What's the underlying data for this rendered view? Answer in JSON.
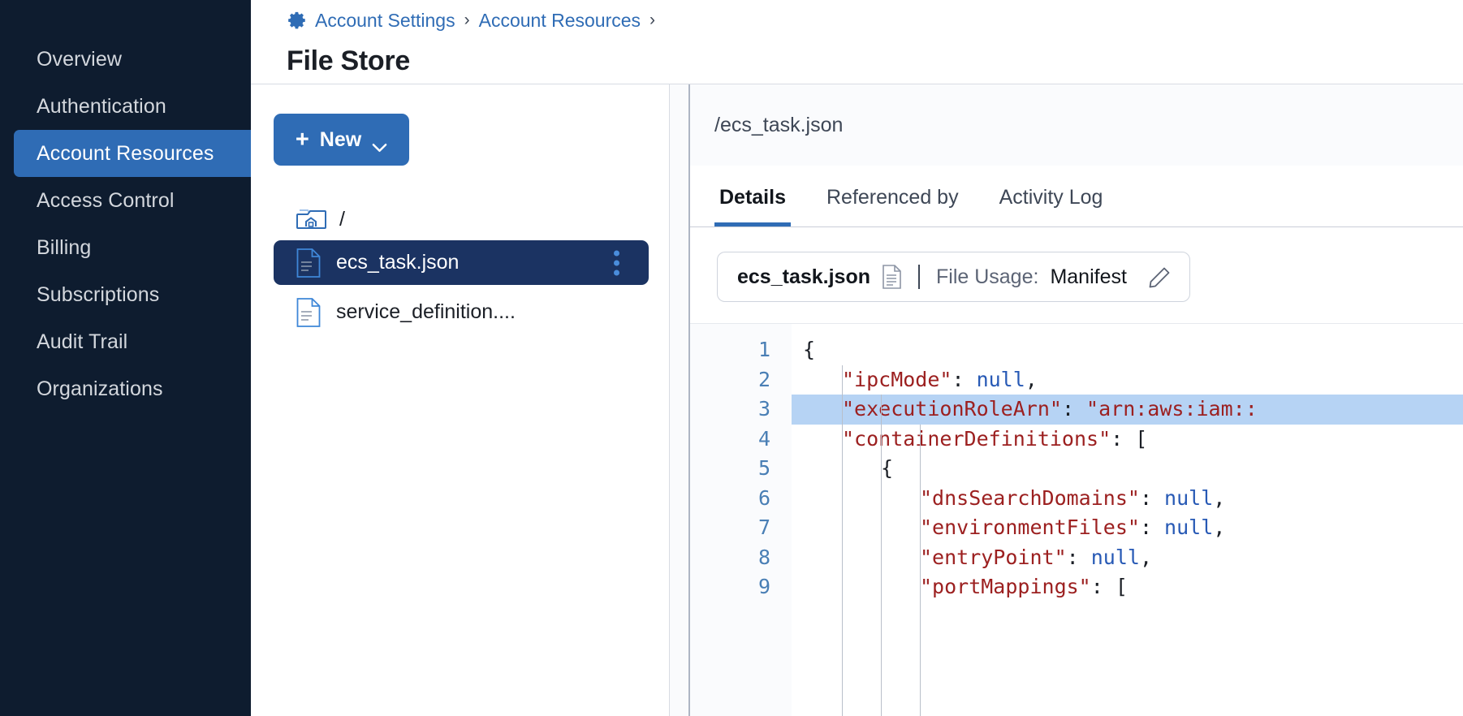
{
  "sidebar": {
    "items": [
      {
        "label": "Overview",
        "active": false
      },
      {
        "label": "Authentication",
        "active": false
      },
      {
        "label": "Account Resources",
        "active": true
      },
      {
        "label": "Access Control",
        "active": false
      },
      {
        "label": "Billing",
        "active": false
      },
      {
        "label": "Subscriptions",
        "active": false
      },
      {
        "label": "Audit Trail",
        "active": false
      },
      {
        "label": "Organizations",
        "active": false
      }
    ]
  },
  "header": {
    "breadcrumb": [
      {
        "label": "Account Settings"
      },
      {
        "label": "Account Resources"
      }
    ],
    "separator": "›",
    "gear_icon": "gear-icon",
    "title": "File Store"
  },
  "tree_panel": {
    "new_button": {
      "label": "New",
      "plus": "+",
      "chevron": "chevron-down-icon"
    },
    "root": {
      "label": "/",
      "icon": "folder-home-icon"
    },
    "files": [
      {
        "name": "ecs_task.json",
        "selected": true,
        "icon": "file-json-icon",
        "menu": "kebab-menu-icon"
      },
      {
        "name": "service_definition....",
        "selected": false,
        "icon": "file-json-icon"
      }
    ]
  },
  "detail_panel": {
    "path": "/ecs_task.json",
    "tabs": [
      {
        "label": "Details",
        "active": true
      },
      {
        "label": "Referenced by",
        "active": false
      },
      {
        "label": "Activity Log",
        "active": false
      }
    ],
    "usage": {
      "file_name": "ecs_task.json",
      "file_icon": "document-icon",
      "label": "File Usage:",
      "value": "Manifest",
      "edit_icon": "pencil-icon"
    }
  },
  "code": {
    "language": "json",
    "highlighted_line": 3,
    "lines": [
      {
        "n": 1,
        "indent": 0,
        "segments": [
          {
            "t": "punc",
            "v": "{"
          }
        ]
      },
      {
        "n": 2,
        "indent": 1,
        "segments": [
          {
            "t": "key",
            "v": "\"ipcMode\""
          },
          {
            "t": "punc",
            "v": ": "
          },
          {
            "t": "null",
            "v": "null"
          },
          {
            "t": "punc",
            "v": ","
          }
        ]
      },
      {
        "n": 3,
        "indent": 1,
        "segments": [
          {
            "t": "key",
            "v": "\"executionRoleArn\""
          },
          {
            "t": "punc",
            "v": ": "
          },
          {
            "t": "str",
            "v": "\"arn:aws:iam::"
          }
        ]
      },
      {
        "n": 4,
        "indent": 1,
        "segments": [
          {
            "t": "key",
            "v": "\"containerDefinitions\""
          },
          {
            "t": "punc",
            "v": ": ["
          }
        ]
      },
      {
        "n": 5,
        "indent": 2,
        "segments": [
          {
            "t": "punc",
            "v": "{"
          }
        ]
      },
      {
        "n": 6,
        "indent": 3,
        "segments": [
          {
            "t": "key",
            "v": "\"dnsSearchDomains\""
          },
          {
            "t": "punc",
            "v": ": "
          },
          {
            "t": "null",
            "v": "null"
          },
          {
            "t": "punc",
            "v": ","
          }
        ]
      },
      {
        "n": 7,
        "indent": 3,
        "segments": [
          {
            "t": "key",
            "v": "\"environmentFiles\""
          },
          {
            "t": "punc",
            "v": ": "
          },
          {
            "t": "null",
            "v": "null"
          },
          {
            "t": "punc",
            "v": ","
          }
        ]
      },
      {
        "n": 8,
        "indent": 3,
        "segments": [
          {
            "t": "key",
            "v": "\"entryPoint\""
          },
          {
            "t": "punc",
            "v": ": "
          },
          {
            "t": "null",
            "v": "null"
          },
          {
            "t": "punc",
            "v": ","
          }
        ]
      },
      {
        "n": 9,
        "indent": 3,
        "segments": [
          {
            "t": "key",
            "v": "\"portMappings\""
          },
          {
            "t": "punc",
            "v": ": ["
          }
        ]
      }
    ]
  },
  "colors": {
    "sidebar_bg": "#0e1c2f",
    "accent_blue": "#2f6cb5",
    "selected_row": "#1b3362",
    "code_highlight": "#b6d3f4",
    "json_key": "#9c2020",
    "json_null": "#2759b5"
  }
}
